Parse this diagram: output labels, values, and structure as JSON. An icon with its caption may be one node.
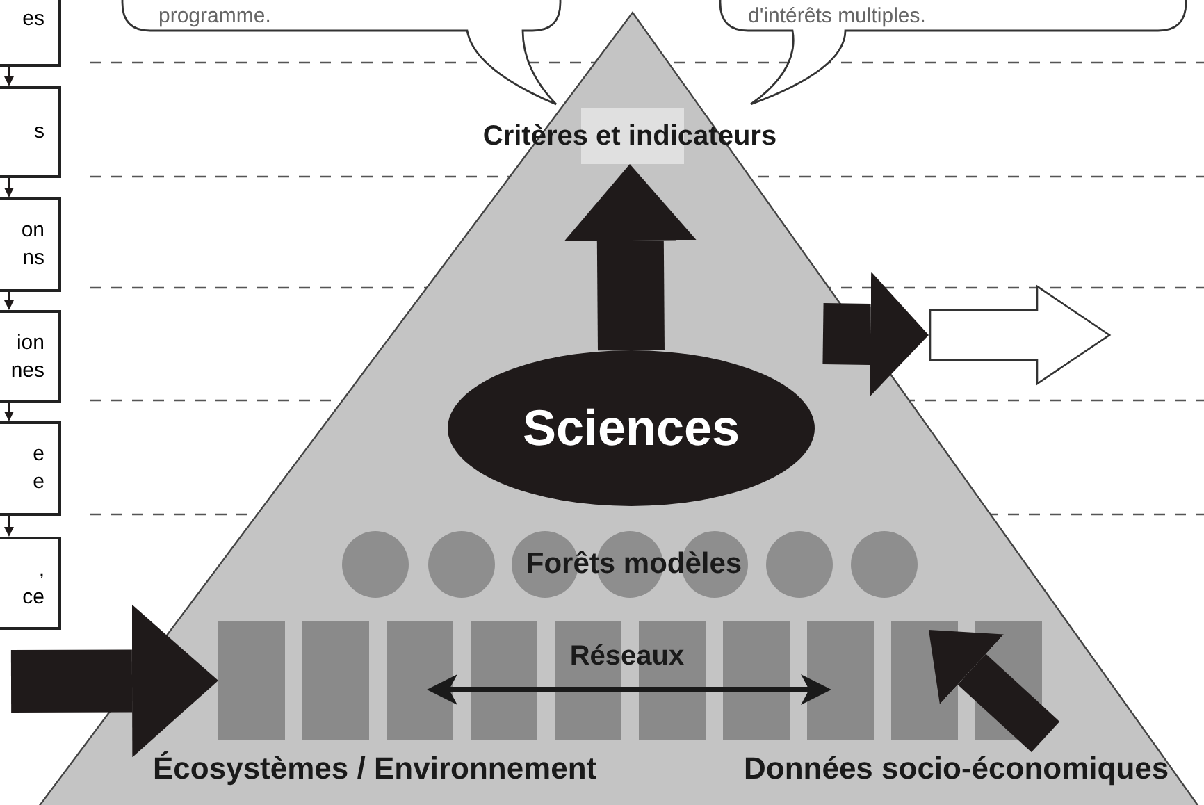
{
  "diagram": {
    "nodes": [
      {
        "text": [
          "es"
        ]
      },
      {
        "text": [
          "s"
        ]
      },
      {
        "text": [
          "on ns"
        ]
      },
      {
        "text": [
          "ion nes"
        ]
      },
      {
        "text": [
          "e e"
        ]
      },
      {
        "text": [
          ", ce"
        ]
      },
      {
        "text": [
          "programme."
        ]
      },
      {
        "text": [
          "d'intérêts multiples."
        ]
      },
      {
        "text": [
          "Écosystèmes / Environnement",
          "Données socio-économiques"
        ]
      },
      {
        "text": [
          "Critères et indicateurs"
        ],
        "in": 8
      },
      {
        "text": [
          "Sciences"
        ],
        "in": 8
      },
      {
        "text": [
          "Forêts modèles"
        ],
        "in": 8
      },
      {
        "text": [
          "Réseaux"
        ],
        "in": 8
      },
      {
        "text": [],
        "shape": "arrow"
      }
    ],
    "edges": [
      {
        "from": 0,
        "to": 1,
        "arrow": "to"
      },
      {
        "from": 1,
        "to": 2,
        "arrow": "to"
      },
      {
        "from": 2,
        "to": 3,
        "arrow": "to"
      },
      {
        "from": 3,
        "to": 4,
        "arrow": "to"
      },
      {
        "from": 4,
        "to": 5,
        "arrow": "to"
      },
      {
        "from": 10,
        "to": 9,
        "arrow": "to",
        "style": "thick"
      },
      {
        "from": null,
        "to": 13,
        "arrow": "to",
        "style": "thick"
      },
      {
        "from": null,
        "to": 12,
        "arrow": "to",
        "style": "thick"
      },
      {
        "from": null,
        "to": 12,
        "arrow": "to",
        "style": "thick"
      }
    ]
  }
}
